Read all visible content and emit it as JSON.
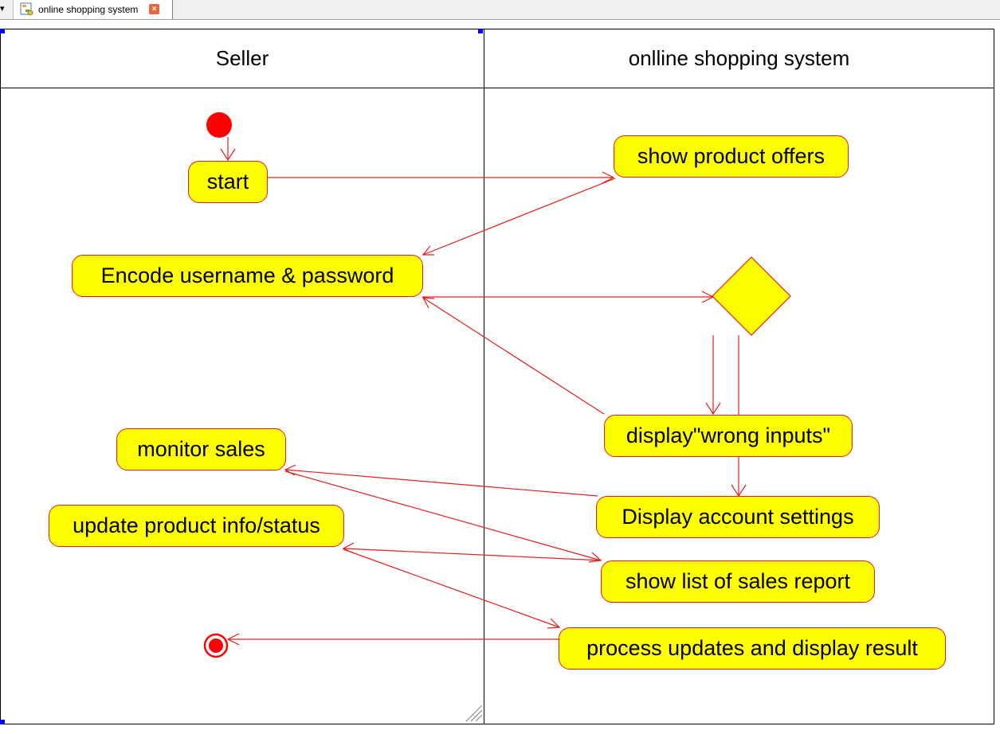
{
  "tab": {
    "title": "online shopping system",
    "close_glyph": "×",
    "icon": "diagram-icon"
  },
  "lanes": {
    "left": "Seller",
    "right": "onlline shopping system"
  },
  "nodes": {
    "start": "start",
    "show_offers": "show product offers",
    "encode": "Encode username & password",
    "wrong_inputs": "display\"wrong inputs\"",
    "monitor_sales": "monitor sales",
    "account_settings": "Display account settings",
    "update_product": "update product info/status",
    "sales_report": "show list of sales report",
    "process_updates": "process updates and display result"
  },
  "colors": {
    "node_fill": "#ffff00",
    "stroke": "#e31e1e",
    "initial": "#ff0000"
  }
}
